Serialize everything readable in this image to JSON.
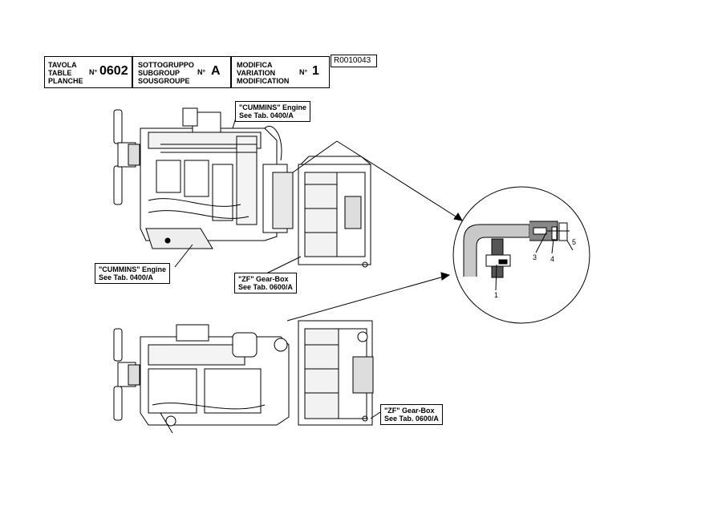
{
  "header": {
    "table": {
      "lines": [
        "TAVOLA",
        "TABLE",
        "PLANCHE"
      ],
      "no_label": "N°",
      "value": "0602"
    },
    "subgroup": {
      "lines": [
        "SOTTOGRUPPO",
        "SUBGROUP",
        "SOUSGROUPE"
      ],
      "no_label": "N°",
      "value": "A"
    },
    "variation": {
      "lines": [
        "MODIFICA",
        "VARIATION",
        "MODIFICATION"
      ],
      "no_label": "N°",
      "value": "1"
    },
    "code": "R0010043"
  },
  "callouts": {
    "engine_top": [
      "\"CUMMINS\" Engine",
      "See Tab. 0400/A"
    ],
    "engine_left": [
      "\"CUMMINS\" Engine",
      "See Tab. 0400/A"
    ],
    "gearbox_mid": [
      "\"ZF\" Gear-Box",
      "See Tab. 0600/A"
    ],
    "gearbox_bottom": [
      "\"ZF\" Gear-Box",
      "See Tab. 0600/A"
    ]
  },
  "detail_numbers": [
    "1",
    "3",
    "4",
    "5"
  ]
}
